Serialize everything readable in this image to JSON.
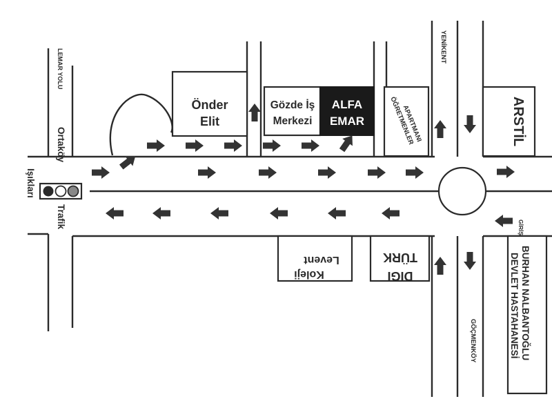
{
  "colors": {
    "ink": "#2a2a2a",
    "paper": "#ffffff",
    "highlight_fill": "#1a1a1a",
    "arrow": "#333333"
  },
  "streets": {
    "lemar_yolu": "LEMAR YOLU",
    "ortakoy_1": "Ortaköy",
    "ortakoy_2": "Trafik",
    "ortakoy_3": "Işıkları",
    "yenikent": "YENİKENT",
    "gocmenkoy": "GÖÇMENKÖY",
    "giris": "GİRİŞ"
  },
  "buildings": {
    "onder_elit": {
      "line1": "Önder",
      "line2": "Elit"
    },
    "gozde_is_merkezi": {
      "line1": "Gözde İş",
      "line2": "Merkezi"
    },
    "alfa_emar": {
      "line1": "ALFA",
      "line2": "EMAR"
    },
    "ogretmenler_apartmani": {
      "line1": "ÖĞRETMENLER",
      "line2": "APARTMANI"
    },
    "arstil": "ARSTİL",
    "levent_koleji": {
      "line1": "Levent",
      "line2": "Koleji"
    },
    "digi_turk": {
      "line1": "DIGI",
      "line2": "TÜRK"
    },
    "hospital": {
      "line1": "BURHAN NALBANTOĞLU",
      "line2": "DEVLET HASTAHANESİ"
    }
  },
  "icons": {
    "traffic_light": "traffic-light-icon",
    "roundabout": "roundabout-icon",
    "arrow": "direction-arrow-icon"
  }
}
